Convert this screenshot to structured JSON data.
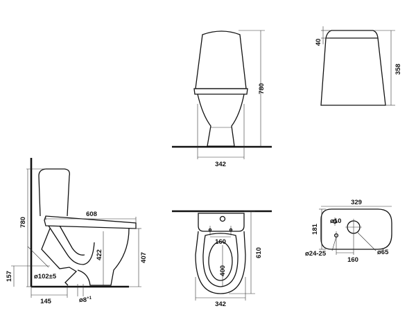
{
  "dimensions": {
    "front_height": "780",
    "front_width": "342",
    "tank_lid": "40",
    "tank_height": "358",
    "side_height": "780",
    "side_length": "608",
    "side_422": "422",
    "side_407": "407",
    "side_157": "157",
    "side_outlet": "ø102±5",
    "side_145": "145",
    "side_bolt": "ø8",
    "side_bolt_sup": "+1",
    "top_610": "610",
    "top_342": "342",
    "top_160": "160",
    "top_400": "400",
    "tank_top_329": "329",
    "tank_top_181": "181",
    "tank_top_d10": "ø10",
    "tank_top_d24": "ø24-25",
    "tank_top_160": "160",
    "tank_top_d65": "ø65"
  }
}
